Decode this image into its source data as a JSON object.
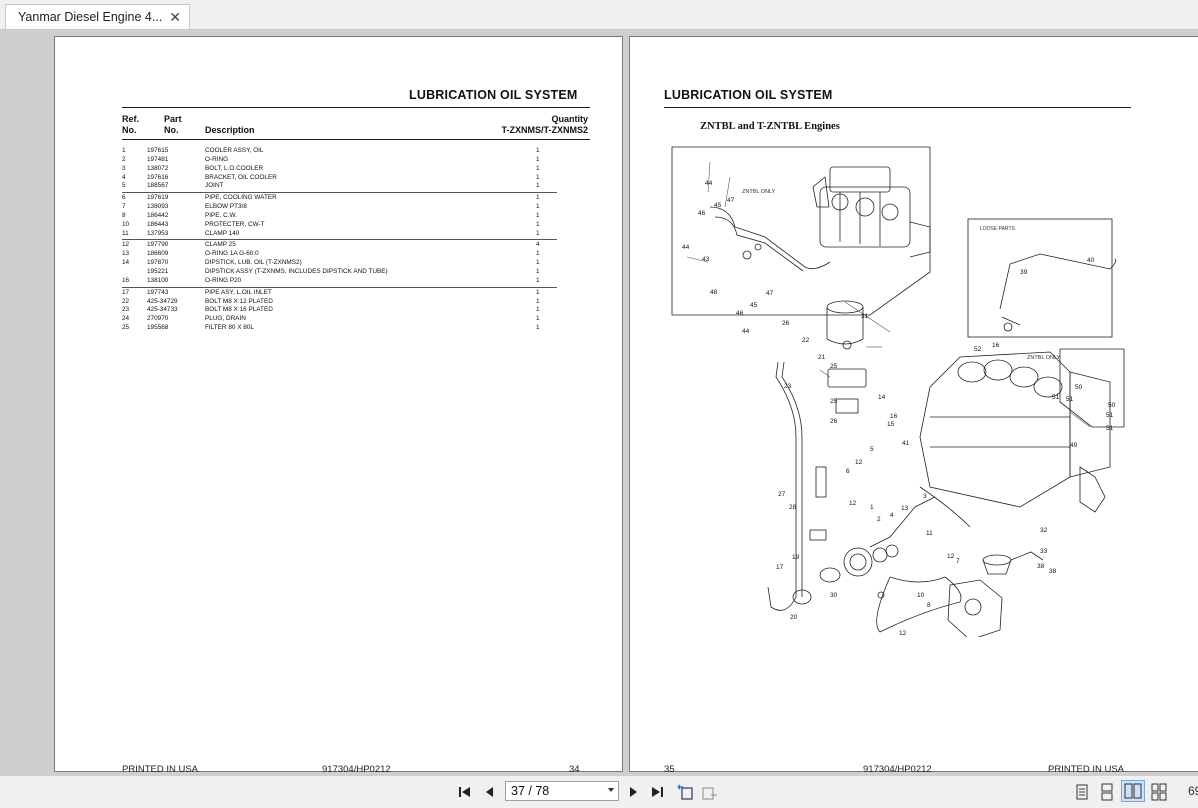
{
  "tab": {
    "title": "Yanmar Diesel Engine 4...",
    "close_glyph": "✕"
  },
  "left_page": {
    "title": "LUBRICATION OIL SYSTEM",
    "headers": {
      "ref": "Ref.",
      "no1": "No.",
      "part": "Part",
      "no2": "No.",
      "description": "Description",
      "quantity": "Quantity",
      "model": "T-ZXNMS/T-ZXNMS2"
    },
    "groups": [
      [
        {
          "ref": "1",
          "part": "197615",
          "desc": "COOLER ASSY, OIL",
          "qty": "1"
        },
        {
          "ref": "2",
          "part": "197481",
          "desc": "O-RING",
          "qty": "1"
        },
        {
          "ref": "3",
          "part": "138072",
          "desc": "BOLT, L.O.COOLER",
          "qty": "1"
        },
        {
          "ref": "4",
          "part": "197616",
          "desc": "BRACKET, OIL COOLER",
          "qty": "1"
        },
        {
          "ref": "5",
          "part": "188567",
          "desc": "JOINT",
          "qty": "1"
        }
      ],
      [
        {
          "ref": "6",
          "part": "197619",
          "desc": "PIPE, COOLING WATER",
          "qty": "1"
        },
        {
          "ref": "7",
          "part": "138093",
          "desc": "ELBOW PT3/8",
          "qty": "1"
        },
        {
          "ref": "8",
          "part": "186442",
          "desc": "PIPE, C.W.",
          "qty": "1"
        },
        {
          "ref": "10",
          "part": "186443",
          "desc": "PROTECTER, CW-T",
          "qty": "1"
        },
        {
          "ref": "11",
          "part": "137953",
          "desc": "CLAMP 140",
          "qty": "1"
        }
      ],
      [
        {
          "ref": "12",
          "part": "197790",
          "desc": "CLAMP 25",
          "qty": "4"
        },
        {
          "ref": "13",
          "part": "186609",
          "desc": "O-RING 1A G-60.0",
          "qty": "1"
        },
        {
          "ref": "14",
          "part": "197870",
          "desc": "DIPSTICK, LUB. OIL (T-ZXNMS2)",
          "qty": "1"
        },
        {
          "ref": "",
          "part": "195221",
          "desc": "DIPSTICK ASSY (T-ZXNMS, INCLUDES  DIPSTICK AND TUBE)",
          "qty": "1"
        },
        {
          "ref": "16",
          "part": "138100",
          "desc": "O-RING P20",
          "qty": "1"
        }
      ],
      [
        {
          "ref": "17",
          "part": "197743",
          "desc": "PIPE ASY, L.OIL INLET",
          "qty": "1"
        },
        {
          "ref": "22",
          "part": "425-34729",
          "desc": "BOLT M8 X 12 PLATED",
          "qty": "1"
        },
        {
          "ref": "23",
          "part": "425-34733",
          "desc": "BOLT M8 X 16 PLATED",
          "qty": "1"
        },
        {
          "ref": "24",
          "part": "270970",
          "desc": "PLUG, DRAIN",
          "qty": "1"
        },
        {
          "ref": "25",
          "part": "195568",
          "desc": "FILTER 80 X 80L",
          "qty": "1"
        }
      ]
    ],
    "footer": {
      "left": "PRINTED IN USA",
      "center": "917304/HP0212",
      "page": "34"
    }
  },
  "right_page": {
    "title": "LUBRICATION OIL SYSTEM",
    "subtitle": "ZNTBL and T-ZNTBL Engines",
    "diagram": {
      "inset1_label": "ZNTBL ONLY",
      "inset2_label": "LOOSE PARTS",
      "inset3_label": "ZNTBL ONLY",
      "callouts": [
        "44",
        "45",
        "46",
        "47",
        "44",
        "43",
        "48",
        "47",
        "45",
        "46",
        "44",
        "39",
        "40",
        "16",
        "52",
        "26",
        "22",
        "31",
        "21",
        "25",
        "23",
        "25",
        "26",
        "14",
        "16",
        "15",
        "5",
        "12",
        "6",
        "41",
        "50",
        "51",
        "51",
        "50",
        "51",
        "51",
        "49",
        "27",
        "28",
        "12",
        "1",
        "2",
        "4",
        "13",
        "3",
        "11",
        "32",
        "12",
        "7",
        "33",
        "38",
        "38",
        "19",
        "17",
        "30",
        "10",
        "8",
        "20",
        "12"
      ]
    },
    "footer": {
      "page": "35",
      "center": "917304/HP0212",
      "right": "PRINTED IN USA"
    }
  },
  "toolbar": {
    "page_value": "37 / 78",
    "zoom": "69"
  }
}
